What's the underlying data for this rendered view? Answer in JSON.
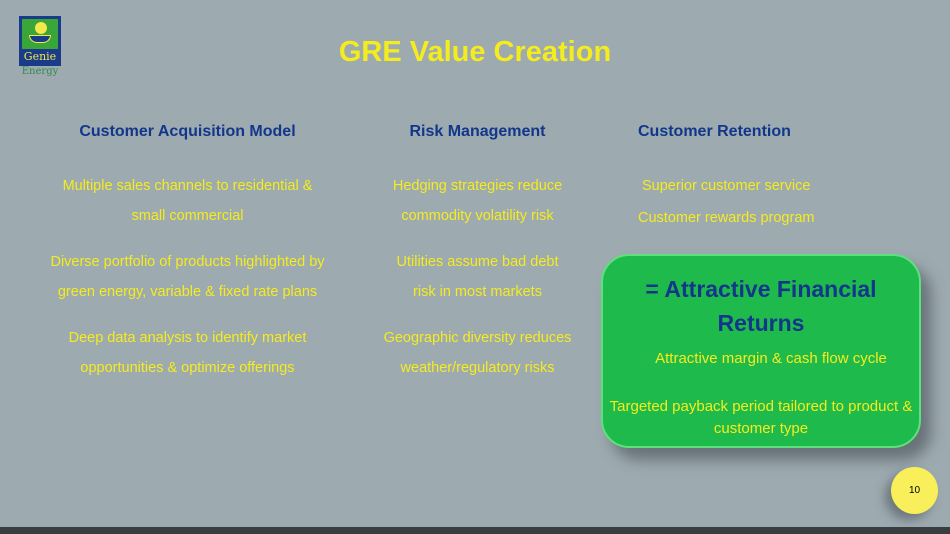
{
  "logo": {
    "name": "Genie",
    "sub": "Energy"
  },
  "title": "GRE Value Creation",
  "columns": [
    {
      "heading": "Customer Acquisition Model",
      "items": [
        "Multiple sales channels to residential & small commercial",
        "Diverse portfolio of products highlighted by green energy, variable & fixed rate plans",
        "Deep data analysis to identify market opportunities & optimize offerings"
      ]
    },
    {
      "heading": "Risk Management",
      "items": [
        "Hedging strategies reduce commodity volatility risk",
        "Utilities assume bad debt risk in most markets",
        "Geographic diversity reduces weather/regulatory risks"
      ]
    },
    {
      "heading": "Customer Retention",
      "items": [
        "Superior customer service",
        "Customer rewards program"
      ]
    }
  ],
  "result": {
    "heading": "= Attractive Financial Returns",
    "items": [
      "Attractive margin & cash flow cycle",
      "Targeted payback period tailored to product & customer type"
    ]
  },
  "page_number": "10"
}
